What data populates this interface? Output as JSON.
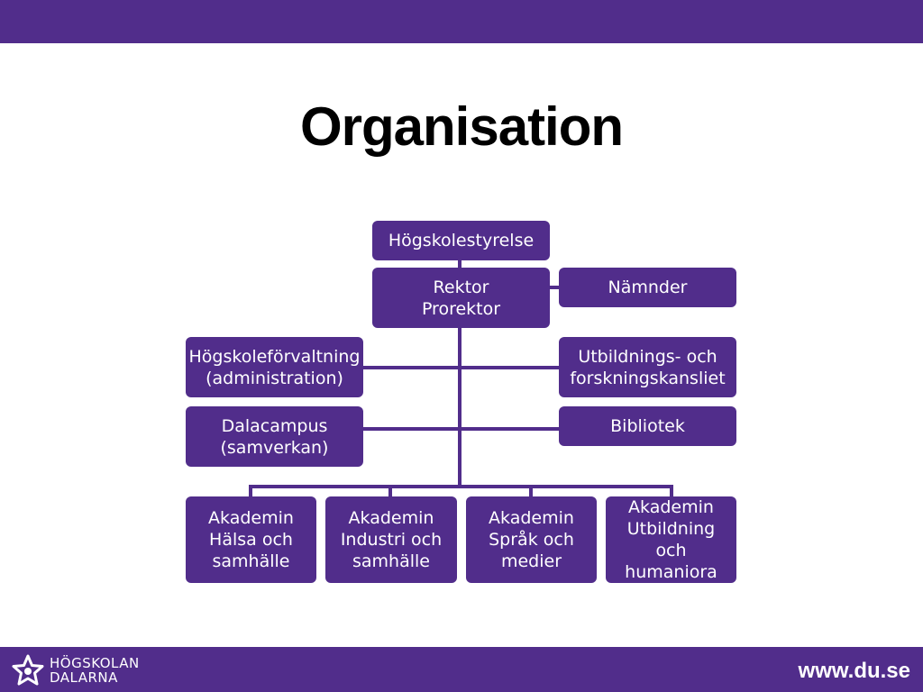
{
  "slide": {
    "title": "Organisation",
    "url": "www.du.se",
    "logo": {
      "line1": "HÖGSKOLAN",
      "line2": "DALARNA",
      "icon": "star-emblem-icon"
    }
  },
  "org_chart": {
    "board": "Högskolestyrelse",
    "rector": "Rektor\nProrektor",
    "committees": "Nämnder",
    "administration": "Högskoleförvaltning\n(administration)",
    "education_office": "Utbildnings- och\nforskningskansliet",
    "dalacampus": "Dalacampus\n(samverkan)",
    "library": "Bibliotek",
    "academies": [
      "Akademin\nHälsa och\nsamhälle",
      "Akademin\nIndustri och\nsamhälle",
      "Akademin\nSpråk och\nmedier",
      "Akademin\nUtbildning och\nhumaniora"
    ]
  },
  "colors": {
    "brand": "#512d8b",
    "box_text": "#ffffff",
    "title": "#000000",
    "background": "#ffffff"
  }
}
